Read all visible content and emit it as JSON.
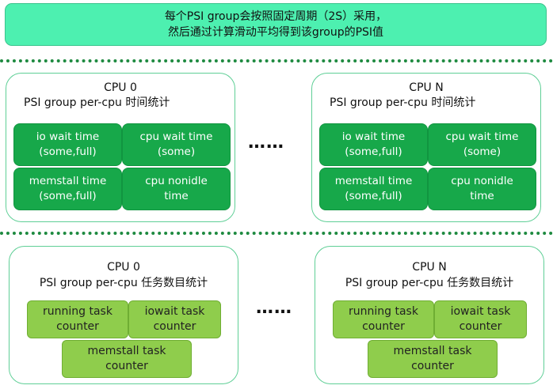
{
  "banner": {
    "line1": "每个PSI group会按照固定周期（2S）采用，",
    "line2": "然后通过计算滑动平均得到该group的PSI值"
  },
  "time_section": {
    "panels": [
      {
        "cpu": "CPU 0",
        "subtitle": "PSI group per-cpu 时间统计",
        "cells": [
          {
            "l1": "io wait time",
            "l2": "(some,full)"
          },
          {
            "l1": "cpu wait time",
            "l2": "(some)"
          },
          {
            "l1": "memstall time",
            "l2": "(some,full)"
          },
          {
            "l1": "cpu nonidle",
            "l2": "time"
          }
        ]
      },
      {
        "cpu": "CPU N",
        "subtitle": "PSI group per-cpu 时间统计",
        "cells": [
          {
            "l1": "io wait time",
            "l2": "(some,full)"
          },
          {
            "l1": "cpu wait time",
            "l2": "(some)"
          },
          {
            "l1": "memstall time",
            "l2": "(some,full)"
          },
          {
            "l1": "cpu nonidle",
            "l2": "time"
          }
        ]
      }
    ],
    "ellipsis": "……"
  },
  "task_section": {
    "panels": [
      {
        "cpu": "CPU 0",
        "subtitle": "PSI group per-cpu 任务数目统计",
        "cells": [
          {
            "l1": "running task",
            "l2": "counter"
          },
          {
            "l1": "iowait task",
            "l2": "counter"
          },
          {
            "l1": "memstall task",
            "l2": "counter"
          }
        ]
      },
      {
        "cpu": "CPU N",
        "subtitle": "PSI group per-cpu 任务数目统计",
        "cells": [
          {
            "l1": "running task",
            "l2": "counter"
          },
          {
            "l1": "iowait task",
            "l2": "counter"
          },
          {
            "l1": "memstall task",
            "l2": "counter"
          }
        ]
      }
    ],
    "ellipsis": "……"
  },
  "colors": {
    "banner_fill": "#4df0b0",
    "time_cell_fill": "#17a84a",
    "task_cell_fill": "#8fcd4c",
    "panel_border": "#5fcf96",
    "divider": "#1e8a40"
  }
}
